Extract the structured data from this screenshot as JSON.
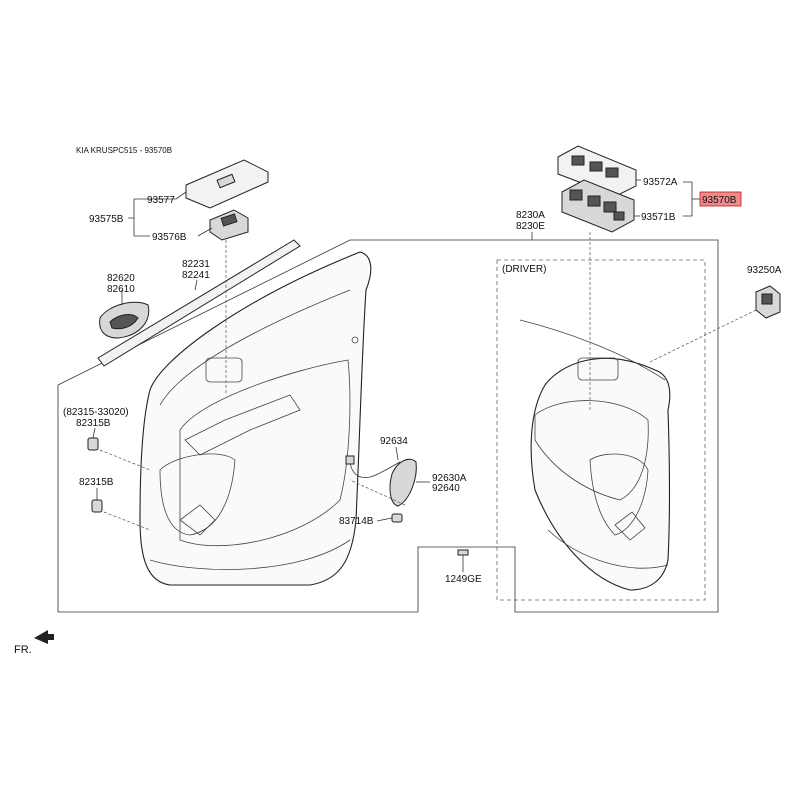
{
  "header": {
    "title": "KIA KRUSPC515 - 93570B"
  },
  "labels": {
    "p93577": "93577",
    "p93575B": "93575B",
    "p93576B": "93576B",
    "p93572A": "93572A",
    "p93570B": "93570B",
    "p93571B": "93571B",
    "p8230A": "8230A",
    "p8230E": "8230E",
    "driver": "(DRIVER)",
    "p93250A": "93250A",
    "p82620": "82620",
    "p82610": "82610",
    "p82231": "82231",
    "p82241": "82241",
    "p82315_33020": "(82315-33020)",
    "p82315B_a": "82315B",
    "p82315B_b": "82315B",
    "p92634": "92634",
    "p92630A": "92630A",
    "p92640": "92640",
    "p83714B": "83714B",
    "p1249GE": "1249GE",
    "fr": "FR."
  },
  "colors": {
    "highlight_fill": "#f08a8a",
    "highlight_stroke": "#c01818",
    "line": "#333333"
  }
}
